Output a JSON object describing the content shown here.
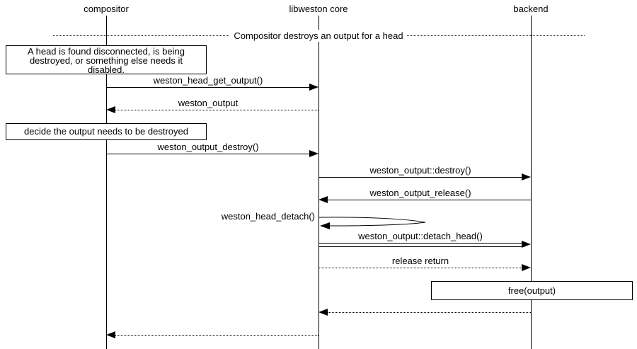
{
  "colors": {
    "line": "#000000",
    "background": "#ffffff"
  },
  "title": {
    "text": "Compositor destroys an output for a head"
  },
  "actors": [
    {
      "name": "compositor"
    },
    {
      "name": "libweston core"
    },
    {
      "name": "backend"
    }
  ],
  "notes": [
    {
      "lines": [
        "A head is found disconnected, is being",
        "destroyed, or something else needs it",
        "disabled."
      ],
      "over": "compositor"
    },
    {
      "text": "decide the output needs to be destroyed",
      "over": "compositor"
    },
    {
      "text": "free(output)",
      "over": "backend"
    }
  ],
  "messages": [
    {
      "label": "weston_head_get_output()",
      "from": "compositor",
      "to": "libweston core",
      "style": "solid"
    },
    {
      "label": "weston_output",
      "from": "libweston core",
      "to": "compositor",
      "style": "dotted"
    },
    {
      "label": "weston_output_destroy()",
      "from": "compositor",
      "to": "libweston core",
      "style": "solid"
    },
    {
      "label": "weston_output::destroy()",
      "from": "libweston core",
      "to": "backend",
      "style": "solid"
    },
    {
      "label": "weston_output_release()",
      "from": "backend",
      "to": "libweston core",
      "style": "solid"
    },
    {
      "label": "weston_head_detach()",
      "from": "libweston core",
      "to": "libweston core",
      "style": "self"
    },
    {
      "label": "weston_output::detach_head()",
      "from": "libweston core",
      "to": "backend",
      "style": "double"
    },
    {
      "label": "release return",
      "from": "libweston core",
      "to": "backend",
      "style": "dotted"
    },
    {
      "label": "",
      "from": "backend",
      "to": "libweston core",
      "style": "dotted"
    },
    {
      "label": "",
      "from": "libweston core",
      "to": "compositor",
      "style": "dotted"
    }
  ]
}
